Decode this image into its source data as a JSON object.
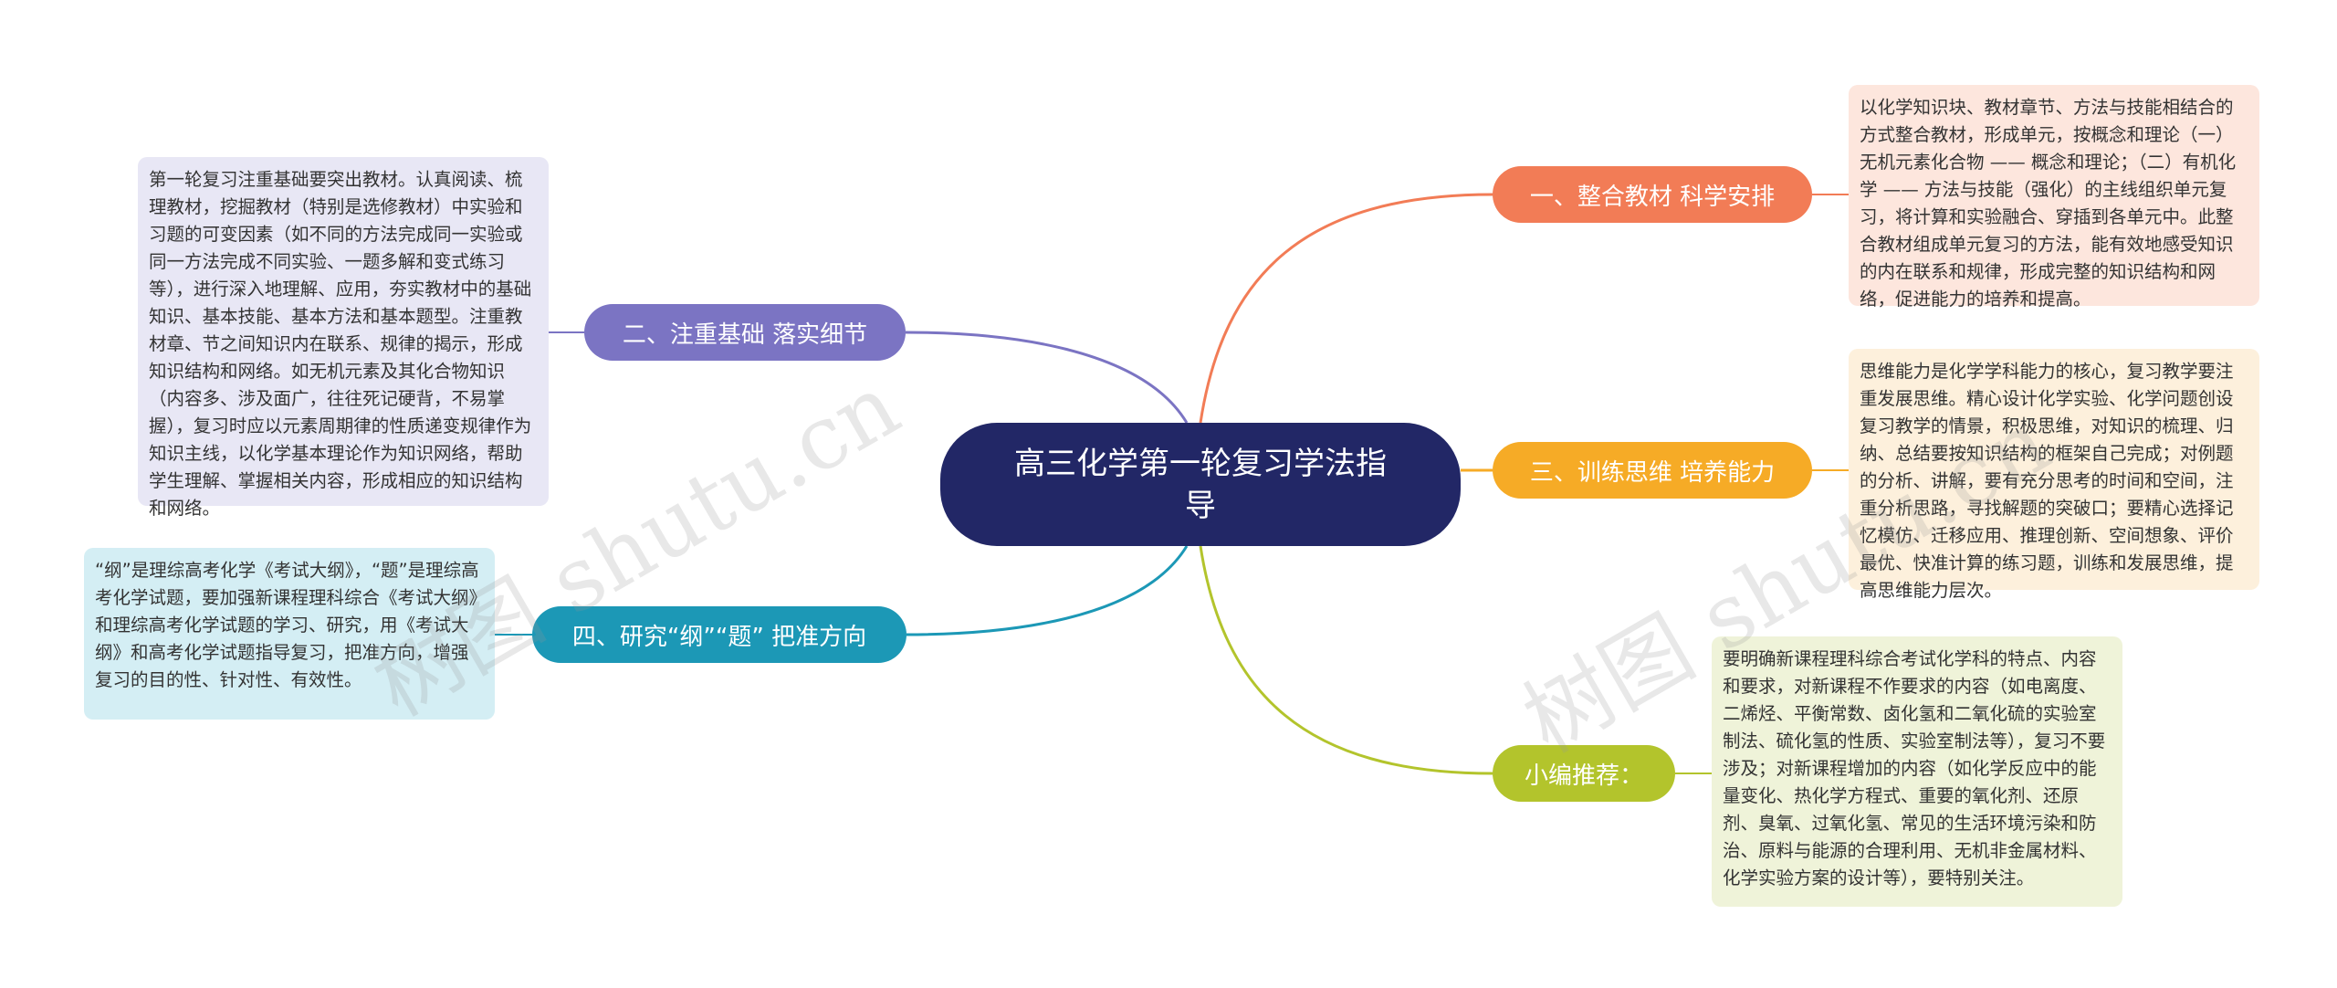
{
  "root": {
    "title": "高三化学第一轮复习学法指导"
  },
  "colors": {
    "root": "#222766",
    "branch_1": "#f27c56",
    "branch_2": "#7b74c3",
    "branch_3": "#f6ab26",
    "branch_4": "#1c98b6",
    "branch_5": "#b3c42c"
  },
  "branches": [
    {
      "label": "一、整合教材 科学安排",
      "detail": "以化学知识块、教材章节、方法与技能相结合的方式整合教材，形成单元，按概念和理论（一）无机元素化合物 —— 概念和理论；（二）有机化学 —— 方法与技能（强化）的主线组织单元复习，将计算和实验融合、穿插到各单元中。此整合教材组成单元复习的方法，能有效地感受知识的内在联系和规律，形成完整的知识结构和网络，促进能力的培养和提高。"
    },
    {
      "label": "二、注重基础 落实细节",
      "detail": "第一轮复习注重基础要突出教材。认真阅读、梳理教材，挖掘教材（特别是选修教材）中实验和习题的可变因素（如不同的方法完成同一实验或同一方法完成不同实验、一题多解和变式练习等），进行深入地理解、应用，夯实教材中的基础知识、基本技能、基本方法和基本题型。注重教材章、节之间知识内在联系、规律的揭示，形成知识结构和网络。如无机元素及其化合物知识（内容多、涉及面广，往往死记硬背，不易掌握），复习时应以元素周期律的性质递变规律作为知识主线，以化学基本理论作为知识网络，帮助学生理解、掌握相关内容，形成相应的知识结构和网络。"
    },
    {
      "label": "三、训练思维 培养能力",
      "detail": "思维能力是化学学科能力的核心，复习教学要注重发展思维。精心设计化学实验、化学问题创设复习教学的情景，积极思维，对知识的梳理、归纳、总结要按知识结构的框架自己完成；对例题的分析、讲解，要有充分思考的时间和空间，注重分析思路，寻找解题的突破口；要精心选择记忆模仿、迁移应用、推理创新、空间想象、评价最优、快准计算的练习题，训练和发展思维，提高思维能力层次。"
    },
    {
      "label": "四、研究“纲”“题” 把准方向",
      "detail": "“纲”是理综高考化学《考试大纲》，“题”是理综高考化学试题，要加强新课程理科综合《考试大纲》和理综高考化学试题的学习、研究，用《考试大纲》和高考化学试题指导复习，把准方向，增强复习的目的性、针对性、有效性。"
    },
    {
      "label": "小编推荐：",
      "detail": "要明确新课程理科综合考试化学科的特点、内容和要求，对新课程不作要求的内容（如电离度、二烯烃、平衡常数、卤化氢和二氧化硫的实验室制法、硫化氢的性质、实验室制法等），复习不要涉及；对新课程增加的内容（如化学反应中的能量变化、热化学方程式、重要的氧化剂、还原剂、臭氧、过氧化氢、常见的生活环境污染和防治、原料与能源的合理利用、无机非金属材料、化学实验方案的设计等），要特别关注。"
    }
  ],
  "watermark": {
    "text": "树图 shutu.cn"
  }
}
